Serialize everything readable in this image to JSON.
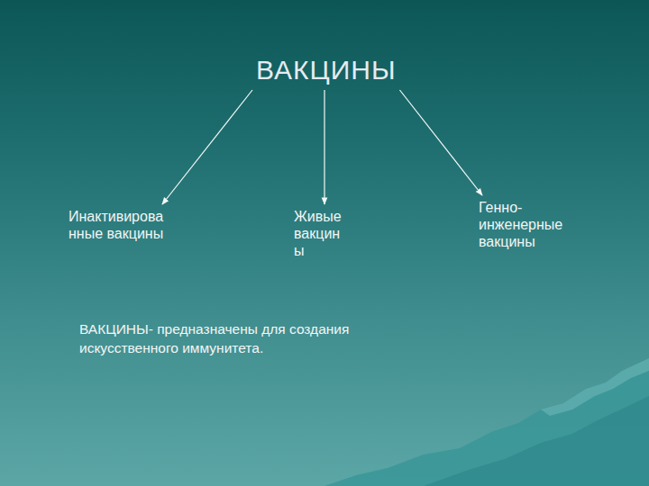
{
  "diagram": {
    "nodes": [
      {
        "text": [
          "ВАКЦИНЫ"
        ]
      },
      {
        "text": [
          "Инактивирова нные вакцины"
        ]
      },
      {
        "text": [
          "Живые вакцин ы"
        ]
      },
      {
        "text": [
          "Генно- инженерные вакцины"
        ]
      }
    ],
    "edges": [
      {
        "from": 0,
        "to": 1,
        "arrow": "to"
      },
      {
        "from": 0,
        "to": 2,
        "arrow": "to"
      },
      {
        "from": 0,
        "to": 3,
        "arrow": "to"
      }
    ],
    "labels": [
      "ВАКЦИНЫ- предназначены для создания искусственного иммунитета."
    ]
  }
}
